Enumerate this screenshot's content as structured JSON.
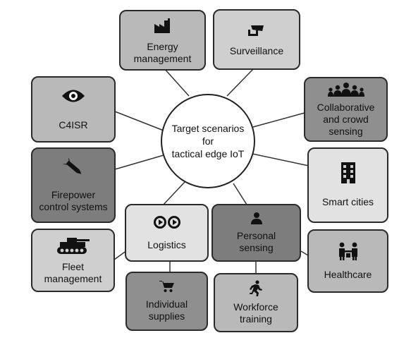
{
  "center": {
    "title": "Target scenarios\nfor\ntactical edge IoT"
  },
  "nodes": {
    "energy": {
      "label": "Energy\nmanagement",
      "icon": "factory-icon"
    },
    "surveillance": {
      "label": "Surveillance",
      "icon": "cctv-camera-icon"
    },
    "c4isr": {
      "label": "C4ISR",
      "icon": "eye-icon"
    },
    "collaborative": {
      "label": "Collaborative\nand crowd\nsensing",
      "icon": "group-of-people-icon"
    },
    "firepower": {
      "label": "Firepower\ncontrol systems",
      "icon": "missile-icon"
    },
    "smart_cities": {
      "label": "Smart cities",
      "icon": "building-icon"
    },
    "logistics": {
      "label": "Logistics",
      "icon": "loop-arrows-icon"
    },
    "personal": {
      "label": "Personal\nsensing",
      "icon": "person-icon"
    },
    "fleet": {
      "label": "Fleet\nmanagement",
      "icon": "tank-icon"
    },
    "healthcare": {
      "label": "Healthcare",
      "icon": "patient-care-icon"
    },
    "supplies": {
      "label": "Individual\nsupplies",
      "icon": "shopping-cart-icon"
    },
    "workforce": {
      "label": "Workforce\ntraining",
      "icon": "running-person-icon"
    }
  }
}
